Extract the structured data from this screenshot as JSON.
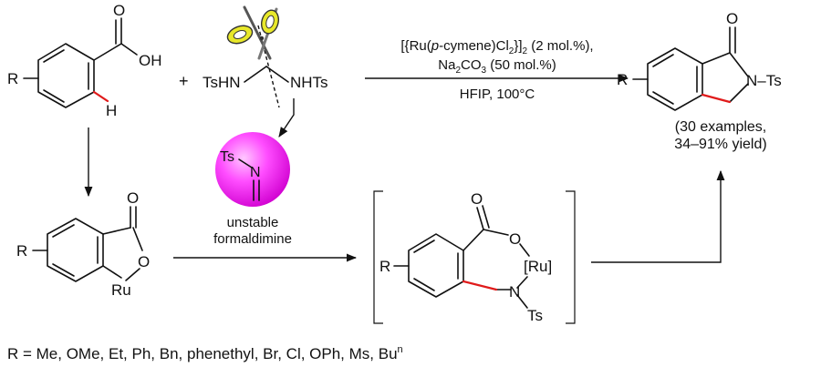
{
  "labels": {
    "R": "R",
    "O": "O",
    "OH": "OH",
    "H": "H",
    "N": "N",
    "Ru": "Ru",
    "Ru_bracket": "[Ru]",
    "Ts": "Ts",
    "TsHN": "TsHN",
    "NHTs": "NHTs",
    "plus": "+",
    "NTs_dash": "N–Ts"
  },
  "conditions": {
    "catalyst_pre": "[{Ru(",
    "catalyst_ital": "p",
    "catalyst_mid": "-cymene)Cl",
    "catalyst_sub2": "2",
    "catalyst_close": "}]",
    "catalyst_sub2b": "2",
    "catalyst_amt": " (2 mol.%),",
    "base_pre": "Na",
    "base_sub2": "2",
    "base_mid": "CO",
    "base_sub3": "3",
    "base_amt": " (50 mol.%)",
    "solvent_temp": "HFIP, 100°C"
  },
  "product_note": {
    "line1": "(30 examples,",
    "line2": "34–91% yield)"
  },
  "intermediate": {
    "line1": "unstable",
    "line2": "formaldimine"
  },
  "r_groups": {
    "text": "R = Me, OMe, Et, Ph, Bn, phenethyl, Br, Cl, OPh, Ms, Bu",
    "sup": "n"
  },
  "colors": {
    "sphere_center": "#ffc8ff",
    "sphere_mid": "#ff4dff",
    "sphere_edge": "#d000d0",
    "highlight_bond": "#e01b1b",
    "scissors_handle": "#e8e82a"
  }
}
